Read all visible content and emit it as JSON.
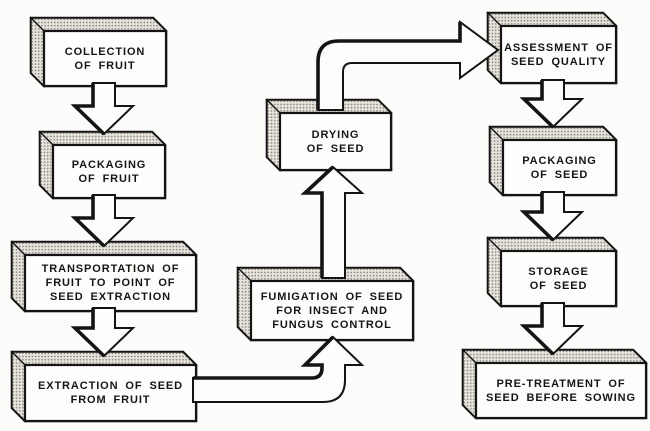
{
  "diagram": {
    "type": "flowchart",
    "colors": {
      "ink": "#141414",
      "paper": "#fcfcfa",
      "box_face": "#fefefd",
      "shade_base": "#e7e4dd",
      "shade_dot": "#8c8880"
    }
  },
  "boxes": [
    {
      "id": "collection-of-fruit",
      "label": "COLLECTION\nOF FRUIT"
    },
    {
      "id": "packaging-of-fruit",
      "label": "PACKAGING\nOF FRUIT"
    },
    {
      "id": "transportation-of-fruit",
      "label": "TRANSPORTATION OF\nFRUIT TO POINT OF\nSEED EXTRACTION"
    },
    {
      "id": "extraction-of-seed",
      "label": "EXTRACTION OF SEED\nFROM FRUIT"
    },
    {
      "id": "fumigation-of-seed",
      "label": "FUMIGATION OF SEED\nFOR INSECT AND\nFUNGUS CONTROL"
    },
    {
      "id": "drying-of-seed",
      "label": "DRYING\nOF SEED"
    },
    {
      "id": "assessment-of-seed-quality",
      "label": "ASSESSMENT OF\nSEED QUALITY"
    },
    {
      "id": "packaging-of-seed",
      "label": "PACKAGING\nOF SEED"
    },
    {
      "id": "storage-of-seed",
      "label": "STORAGE\nOF SEED"
    },
    {
      "id": "pre-treatment-of-seed",
      "label": "PRE-TREATMENT OF\nSEED BEFORE SOWING"
    }
  ],
  "flow": [
    {
      "from": "collection-of-fruit",
      "to": "packaging-of-fruit"
    },
    {
      "from": "packaging-of-fruit",
      "to": "transportation-of-fruit"
    },
    {
      "from": "transportation-of-fruit",
      "to": "extraction-of-seed"
    },
    {
      "from": "extraction-of-seed",
      "to": "fumigation-of-seed"
    },
    {
      "from": "fumigation-of-seed",
      "to": "drying-of-seed"
    },
    {
      "from": "drying-of-seed",
      "to": "assessment-of-seed-quality"
    },
    {
      "from": "assessment-of-seed-quality",
      "to": "packaging-of-seed"
    },
    {
      "from": "packaging-of-seed",
      "to": "storage-of-seed"
    },
    {
      "from": "storage-of-seed",
      "to": "pre-treatment-of-seed"
    }
  ]
}
